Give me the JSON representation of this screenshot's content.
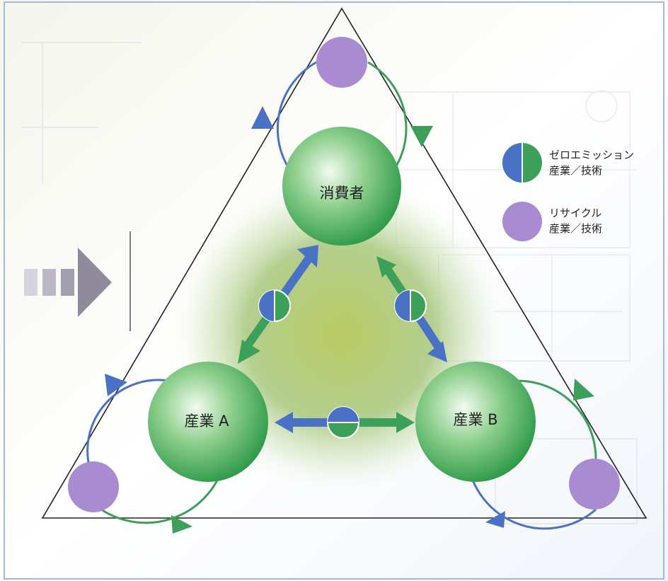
{
  "nodes": {
    "consumer": "消費者",
    "industry_a": "産業 A",
    "industry_b": "産業 B"
  },
  "legend": {
    "zero_emission_line1": "ゼロエミッション",
    "zero_emission_line2": "産業／技術",
    "recycle_line1": "リサイクル",
    "recycle_line2": "産業／技術"
  },
  "colors": {
    "blue": "#4a72c4",
    "green": "#3da05a",
    "purple": "#a88bd0",
    "sphere_dark": "#2e9a48",
    "sphere_light": "#e8f6e6",
    "arrow_gray": "#8f8a9c",
    "border": "#9fb8e6"
  }
}
